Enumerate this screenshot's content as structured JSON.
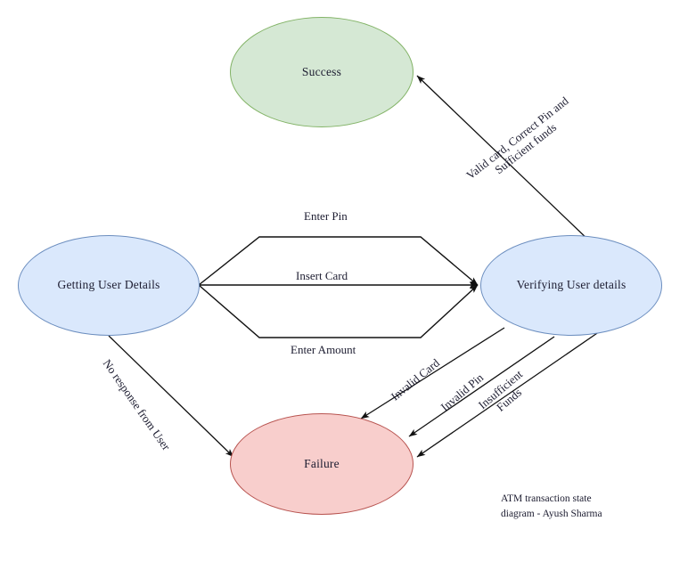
{
  "diagram": {
    "title": "ATM transaction state diagram",
    "caption_line1": "ATM transaction state",
    "caption_line2": "diagram - Ayush Sharma",
    "background": "#ffffff"
  },
  "nodes": [
    {
      "id": "success",
      "label": "Success",
      "fill": "#d5e8d4",
      "stroke": "#82b366",
      "shape": "ellipse"
    },
    {
      "id": "getting-user-details",
      "label": "Getting User Details",
      "fill": "#dae8fc",
      "stroke": "#6c8ebf",
      "shape": "ellipse"
    },
    {
      "id": "verifying-user-details",
      "label": "Verifying User details",
      "fill": "#dae8fc",
      "stroke": "#6c8ebf",
      "shape": "ellipse"
    },
    {
      "id": "failure",
      "label": "Failure",
      "fill": "#f8cecc",
      "stroke": "#b85450",
      "shape": "ellipse"
    }
  ],
  "edges": [
    {
      "id": "enter-pin",
      "from": "getting-user-details",
      "to": "verifying-user-details",
      "label": "Enter Pin"
    },
    {
      "id": "insert-card",
      "from": "getting-user-details",
      "to": "verifying-user-details",
      "label": "Insert Card"
    },
    {
      "id": "enter-amount",
      "from": "getting-user-details",
      "to": "verifying-user-details",
      "label": "Enter Amount"
    },
    {
      "id": "valid-card",
      "from": "verifying-user-details",
      "to": "success",
      "label_line1": "Valid card, Correct Pin and",
      "label_line2": "Sufficient funds"
    },
    {
      "id": "no-response",
      "from": "getting-user-details",
      "to": "failure",
      "label": "No response from User"
    },
    {
      "id": "invalid-card",
      "from": "verifying-user-details",
      "to": "failure",
      "label": "Invalid Card"
    },
    {
      "id": "invalid-pin",
      "from": "verifying-user-details",
      "to": "failure",
      "label": "Invalid Pin"
    },
    {
      "id": "insufficient-funds",
      "from": "verifying-user-details",
      "to": "failure",
      "label_line1": "Insufficient",
      "label_line2": "Funds"
    }
  ],
  "colors": {
    "edge_stroke": "#1a1a1a",
    "text": "#1c1c30"
  }
}
